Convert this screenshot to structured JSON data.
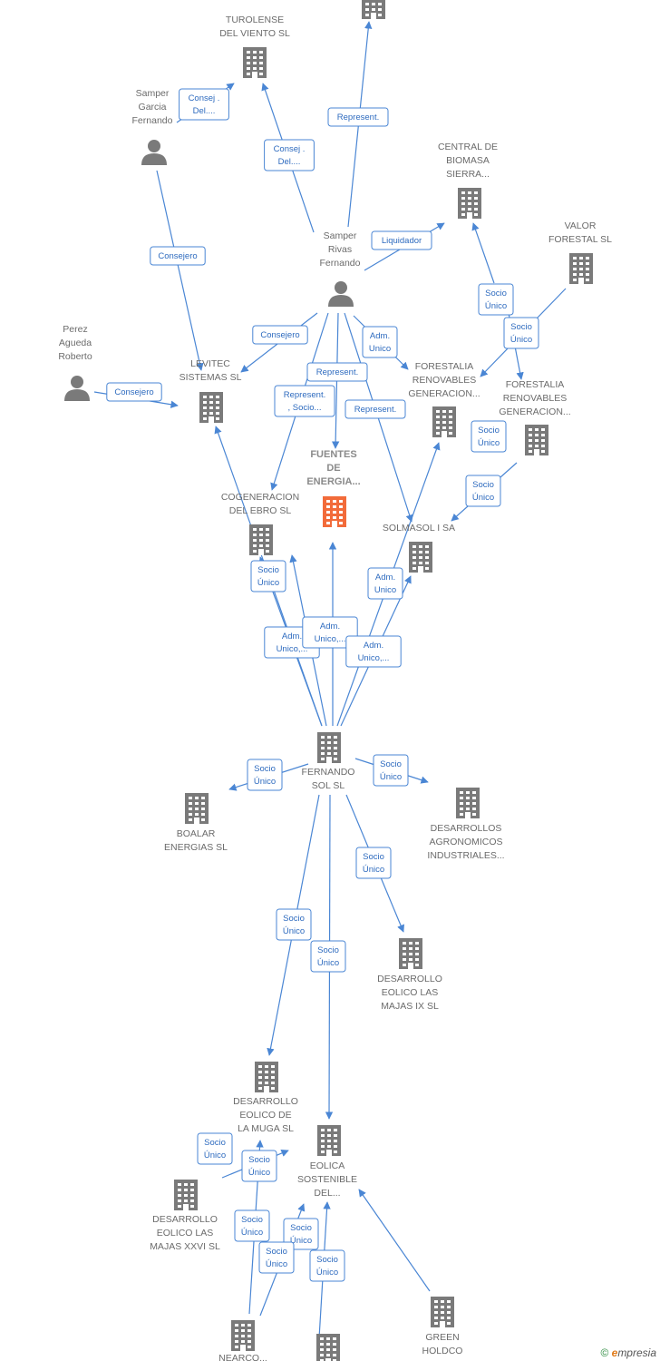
{
  "colors": {
    "edge": "#4a86d4",
    "company": "#7a7a7a",
    "person": "#7a7a7a",
    "focus": "#f26b3a"
  },
  "footer": {
    "copyright": "©",
    "brand_initial": "e",
    "brand_rest": "mpresia"
  },
  "nodes": [
    {
      "id": "top",
      "type": "company",
      "label": []
    },
    {
      "id": "turolense",
      "type": "company",
      "label": [
        "TUROLENSE",
        "DEL VIENTO SL"
      ]
    },
    {
      "id": "sgf",
      "type": "person",
      "label": [
        "Samper",
        "Garcia",
        "Fernando"
      ]
    },
    {
      "id": "central",
      "type": "company",
      "label": [
        "CENTRAL DE",
        "BIOMASA",
        "SIERRA..."
      ]
    },
    {
      "id": "valor",
      "type": "company",
      "label": [
        "VALOR",
        "FORESTAL SL"
      ]
    },
    {
      "id": "srf",
      "type": "person",
      "label": [
        "Samper",
        "Rivas",
        "Fernando"
      ]
    },
    {
      "id": "pear",
      "type": "person",
      "label": [
        "Perez",
        "Agueda",
        "Roberto"
      ]
    },
    {
      "id": "levitec",
      "type": "company",
      "label": [
        "LEVITEC",
        "SISTEMAS  SL"
      ]
    },
    {
      "id": "fore1",
      "type": "company",
      "label": [
        "FORESTALIA",
        "RENOVABLES",
        "GENERACION..."
      ]
    },
    {
      "id": "fore2",
      "type": "company",
      "label": [
        "FORESTALIA",
        "RENOVABLES",
        "GENERACION..."
      ]
    },
    {
      "id": "fuentes",
      "type": "focus",
      "label": [
        "FUENTES",
        "DE",
        "ENERGIA..."
      ]
    },
    {
      "id": "cogen",
      "type": "company",
      "label": [
        "COGENERACION",
        "DEL EBRO  SL"
      ]
    },
    {
      "id": "solmasol",
      "type": "company",
      "label": [
        "SOLMASOL I SA"
      ]
    },
    {
      "id": "fernando",
      "type": "company",
      "label": [
        "FERNANDO",
        "SOL SL"
      ]
    },
    {
      "id": "boalar",
      "type": "company",
      "label": [
        "BOALAR",
        "ENERGIAS  SL"
      ]
    },
    {
      "id": "agro",
      "type": "company",
      "label": [
        "DESARROLLOS",
        "AGRONOMICOS",
        "INDUSTRIALES..."
      ]
    },
    {
      "id": "majas9",
      "type": "company",
      "label": [
        "DESARROLLO",
        "EOLICO LAS",
        "MAJAS IX  SL"
      ]
    },
    {
      "id": "muga",
      "type": "company",
      "label": [
        "DESARROLLO",
        "EOLICO DE",
        "LA MUGA SL"
      ]
    },
    {
      "id": "eolica",
      "type": "company",
      "label": [
        "EOLICA",
        "SOSTENIBLE",
        "DEL..."
      ]
    },
    {
      "id": "majas26",
      "type": "company",
      "label": [
        "DESARROLLO",
        "EOLICO LAS",
        "MAJAS XXVI  SL"
      ]
    },
    {
      "id": "green",
      "type": "company",
      "label": [
        "GREEN",
        "HOLDCO"
      ]
    },
    {
      "id": "b1",
      "type": "company",
      "label": [
        "NEARCO..."
      ]
    },
    {
      "id": "b2",
      "type": "company",
      "label": []
    }
  ],
  "edges": [
    {
      "label": [
        "Consej .",
        "Del...."
      ]
    },
    {
      "label": [
        "Represent."
      ]
    },
    {
      "label": [
        "Consej .",
        "Del...."
      ]
    },
    {
      "label": [
        "Liquidador"
      ]
    },
    {
      "label": [
        "Consejero"
      ]
    },
    {
      "label": [
        "Consejero"
      ]
    },
    {
      "label": [
        "Consejero"
      ]
    },
    {
      "label": [
        "Adm.",
        "Unico"
      ]
    },
    {
      "label": [
        "Represent."
      ]
    },
    {
      "label": [
        "Represent.",
        ", Socio..."
      ]
    },
    {
      "label": [
        "Represent."
      ]
    },
    {
      "label": [
        "Socio",
        "Único"
      ]
    },
    {
      "label": [
        "Socio",
        "Único"
      ]
    },
    {
      "label": [
        "Socio",
        "Único"
      ]
    },
    {
      "label": [
        "Socio",
        "Único"
      ]
    },
    {
      "label": [
        "Socio",
        "Único"
      ]
    },
    {
      "label": [
        "Adm.",
        "Unico,..."
      ]
    },
    {
      "label": [
        "Adm.",
        "Unico,..."
      ]
    },
    {
      "label": [
        "Adm.",
        "Unico,..."
      ]
    },
    {
      "label": [
        "Adm.",
        "Unico"
      ]
    },
    {
      "label": [
        "Socio",
        "Único"
      ]
    },
    {
      "label": [
        "Socio",
        "Único"
      ]
    },
    {
      "label": [
        "Socio",
        "Único"
      ]
    },
    {
      "label": [
        "Socio",
        "Único"
      ]
    },
    {
      "label": [
        "Socio",
        "Único"
      ]
    },
    {
      "label": [
        "Socio",
        "Único"
      ]
    },
    {
      "label": [
        "Socio",
        "Único"
      ]
    },
    {
      "label": [
        "Socio",
        "Único"
      ]
    },
    {
      "label": [
        "Socio",
        "Único"
      ]
    },
    {
      "label": [
        "Socio",
        "Único"
      ]
    },
    {
      "label": [
        "Socio",
        "Único"
      ]
    }
  ]
}
